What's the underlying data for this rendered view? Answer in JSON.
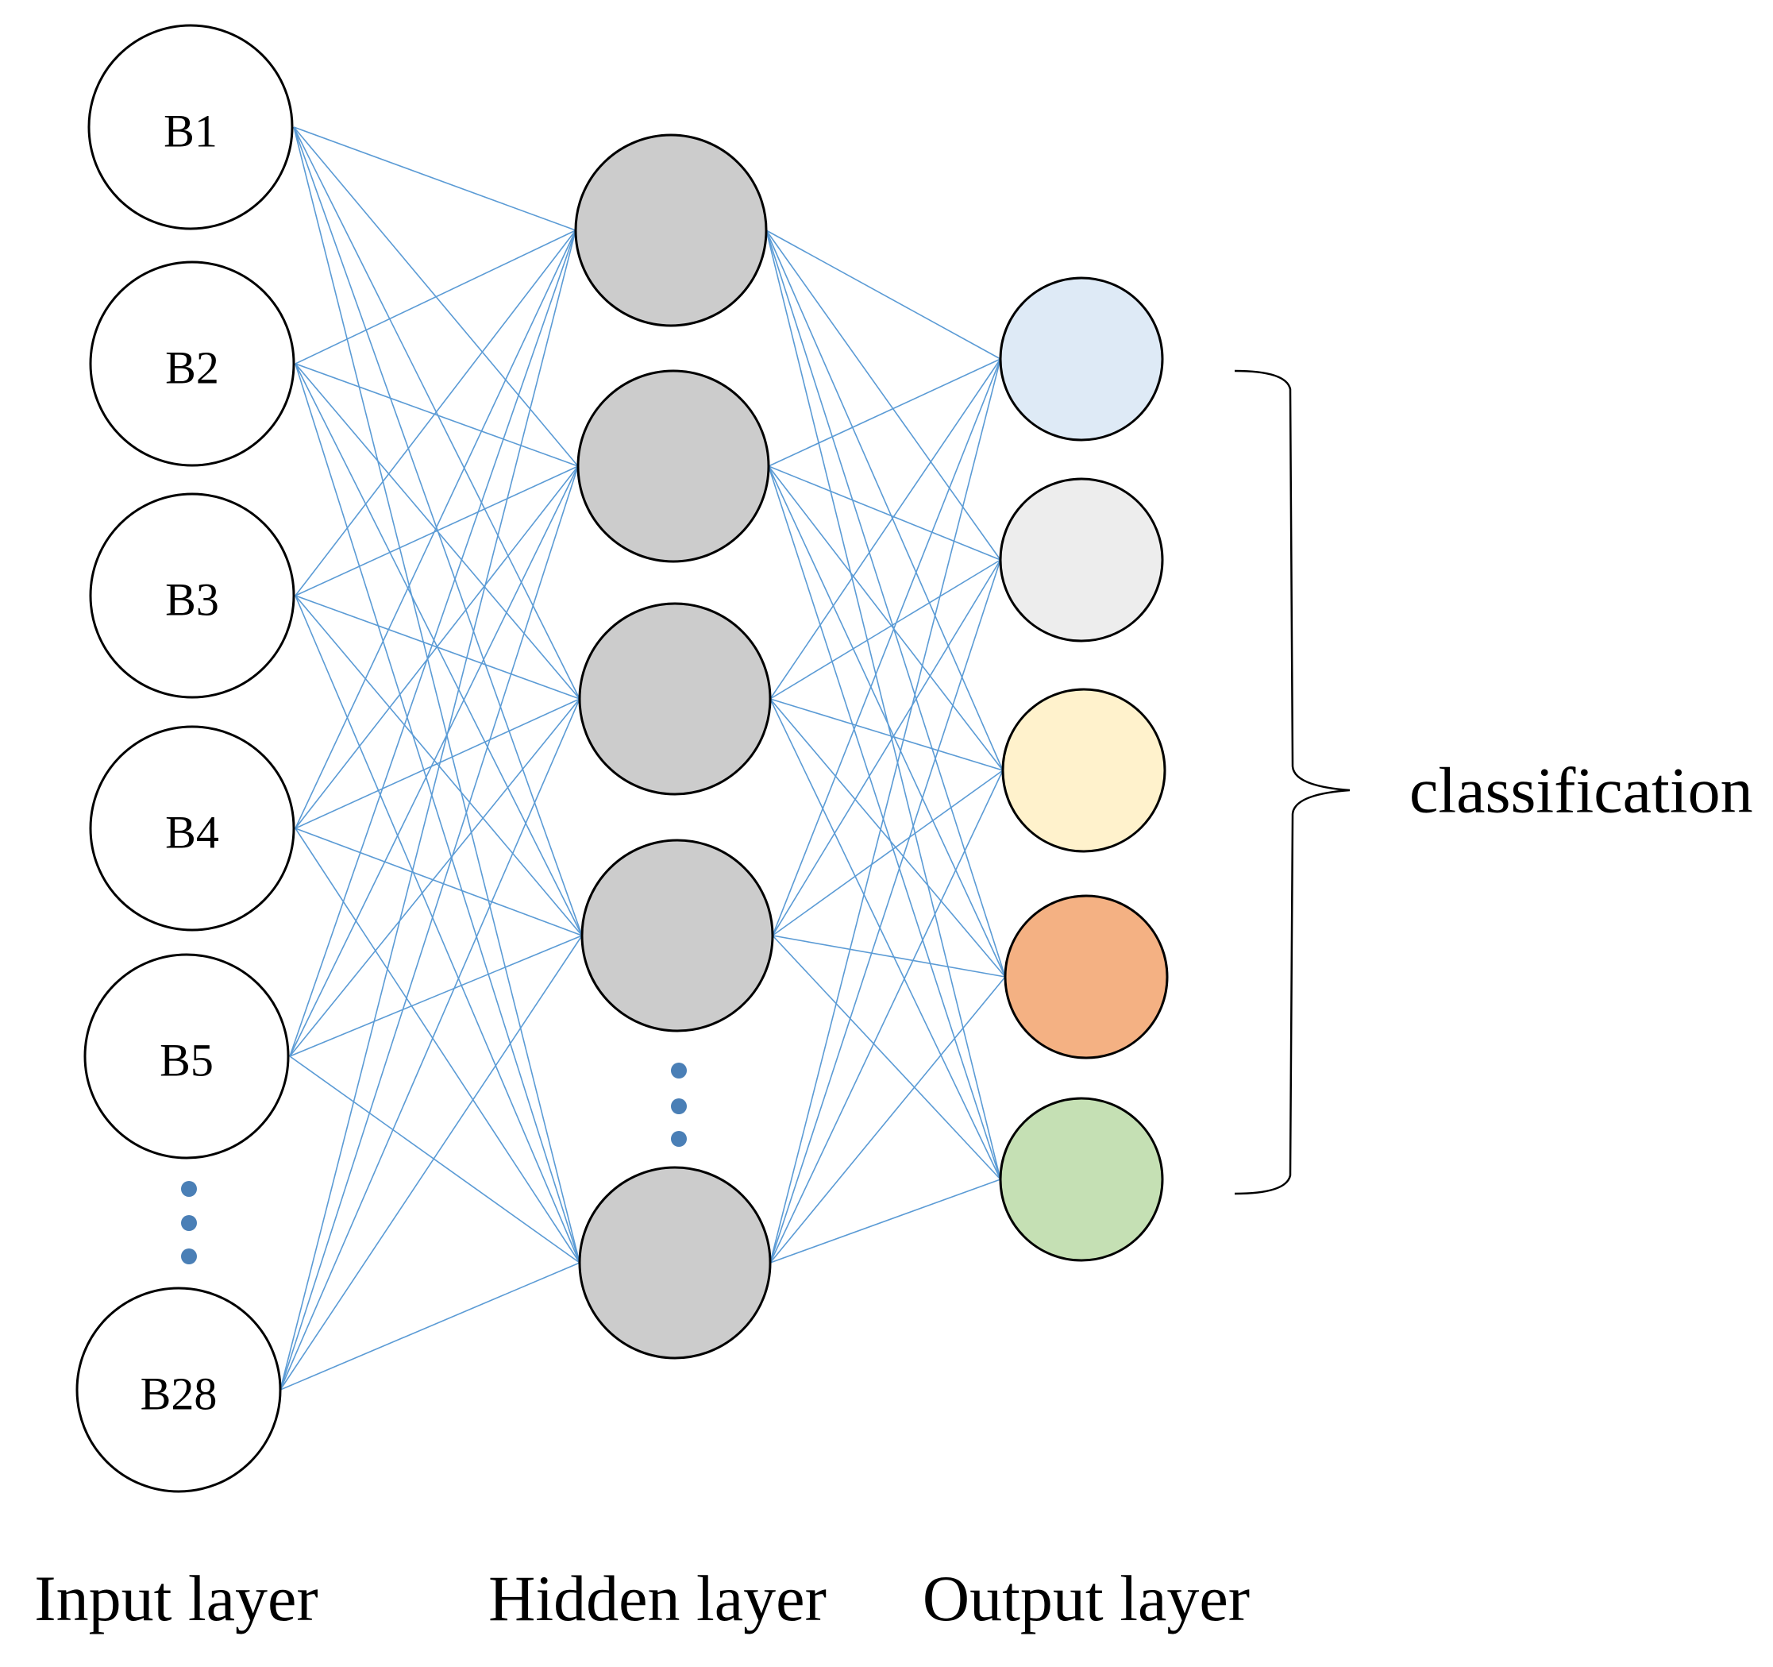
{
  "input_layer": {
    "label": "Input layer",
    "nodes": [
      {
        "label": "B1"
      },
      {
        "label": "B2"
      },
      {
        "label": "B3"
      },
      {
        "label": "B4"
      },
      {
        "label": "B5"
      },
      {
        "label": "B28"
      }
    ]
  },
  "hidden_layer": {
    "label": "Hidden layer",
    "node_count_shown": 5,
    "fill": "#cccccc"
  },
  "output_layer": {
    "label": "Output layer",
    "nodes": [
      {
        "fill": "#deeaf6"
      },
      {
        "fill": "#ededed"
      },
      {
        "fill": "#fff2cc"
      },
      {
        "fill": "#f4b183"
      },
      {
        "fill": "#c5e0b4"
      }
    ]
  },
  "classification_label": "classification",
  "colors": {
    "connection": "#5b9bd5",
    "ellipsis_dot": "#4a7fb6",
    "input_fill": "#ffffff"
  }
}
